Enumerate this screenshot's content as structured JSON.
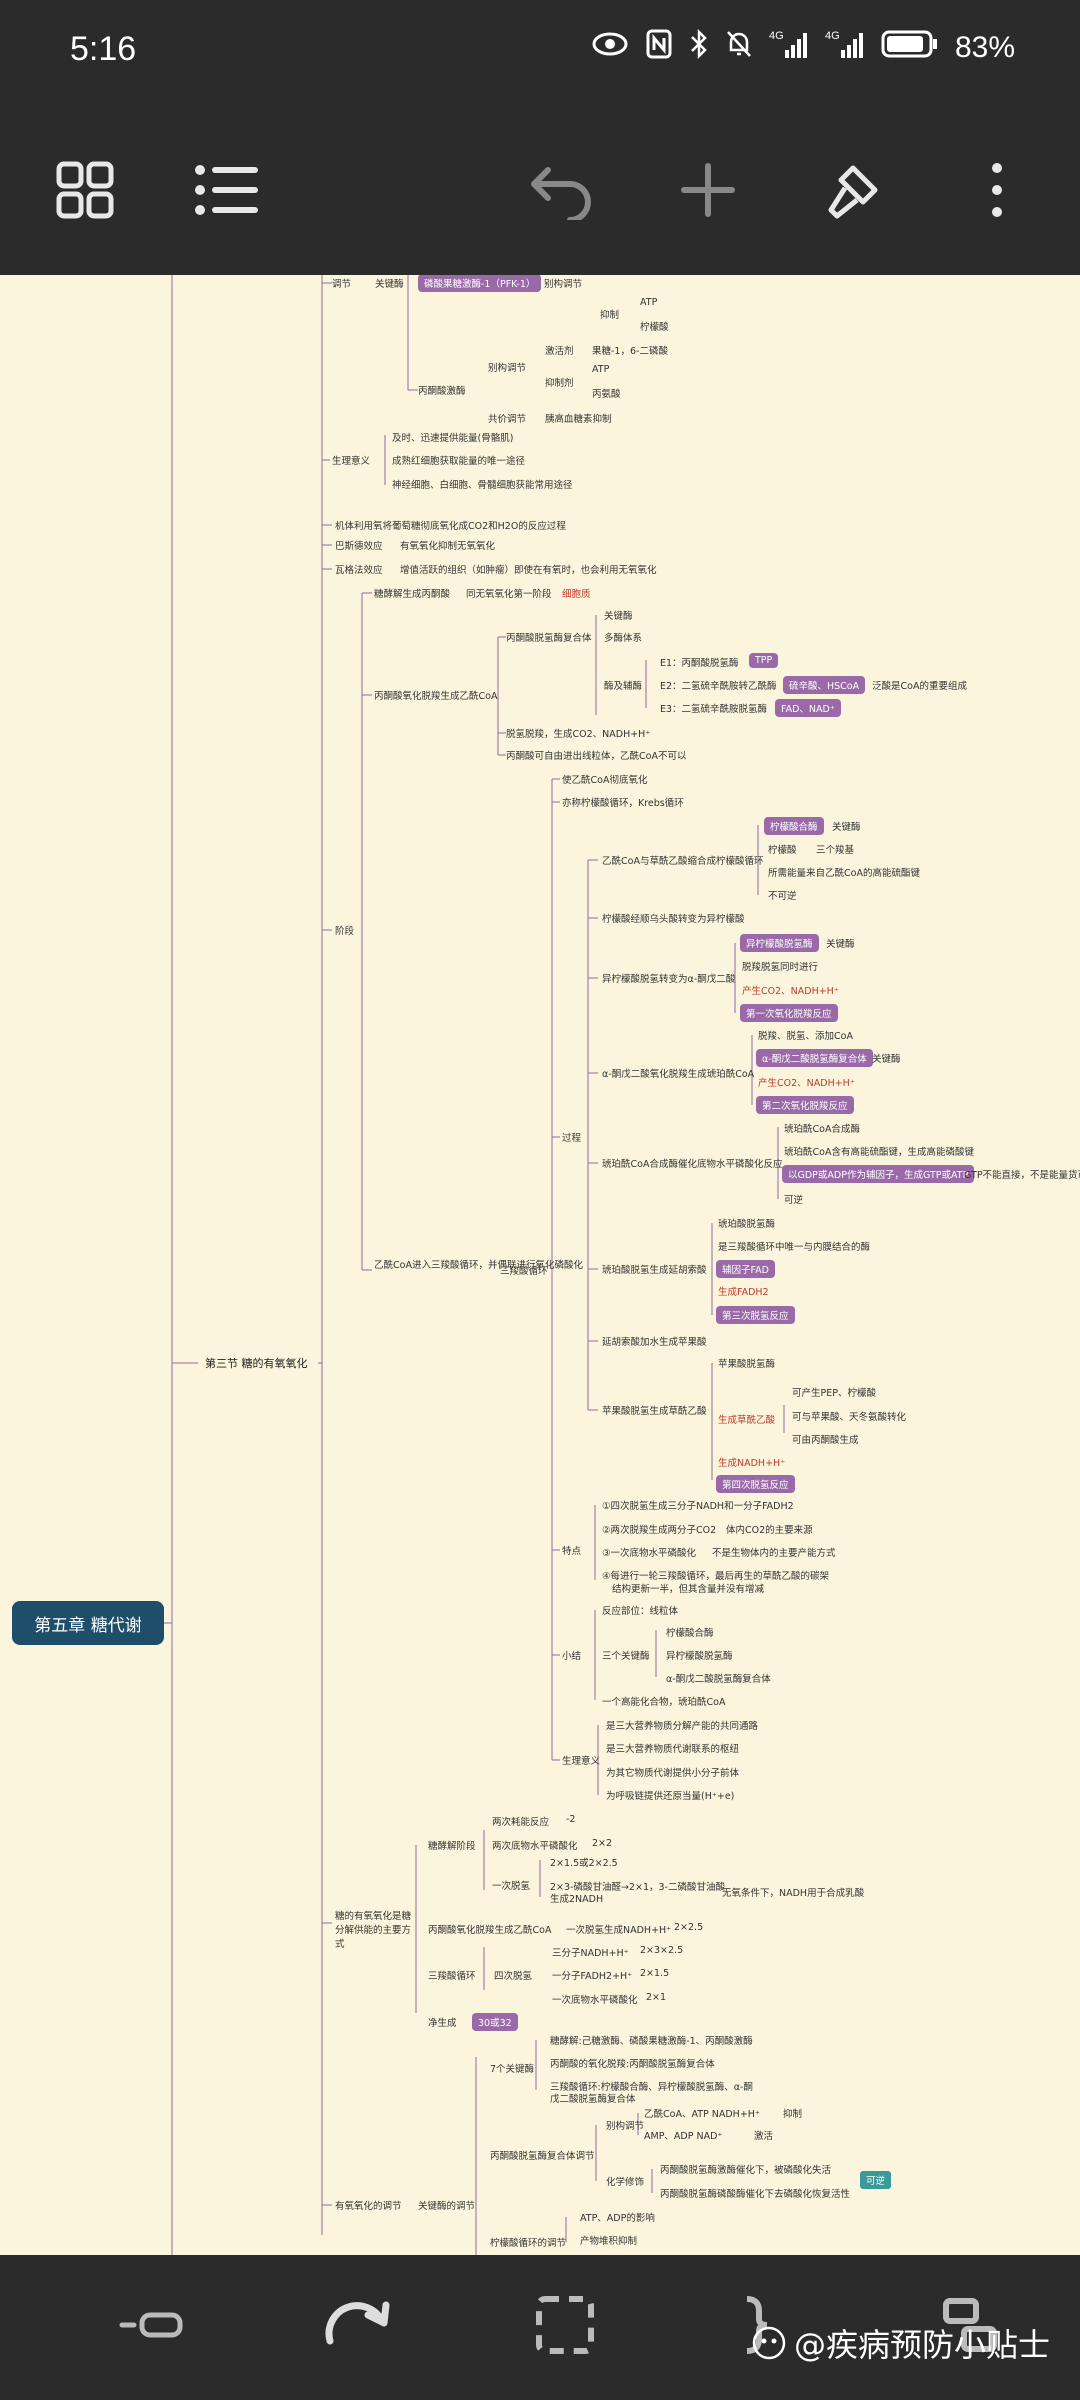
{
  "status": {
    "time": "5:16",
    "battery": "83%"
  },
  "toolbar": {
    "icons": [
      "grid-icon",
      "list-icon",
      "undo-icon",
      "add-icon",
      "format-brush-icon",
      "more-icon"
    ]
  },
  "root": {
    "label": "第五章 糖代谢"
  },
  "section": {
    "label": "第三节 糖的有氧氧化"
  },
  "top_block": {
    "n1": "调节",
    "n2": "关键酶",
    "n3": "磷酸果糖激酶-1（PFK-1）",
    "n4": "别构调节",
    "n5": "抑制",
    "n6": "ATP",
    "n7": "柠檬酸",
    "n8": "丙酮酸激酶",
    "n9": "别构调节",
    "n10": "激活剂",
    "n11": "果糖-1，6-二磷酸",
    "n12": "抑制剂",
    "n13": "ATP",
    "n14": "丙氨酸",
    "n15": "共价调节",
    "n16": "胰高血糖素抑制",
    "n17": "生理意义",
    "n18": "及时、迅速提供能量(骨骼肌)",
    "n19": "成熟红细胞获取能量的唯一途径",
    "n20": "神经细胞、白细胞、骨髓细胞获能常用途径"
  },
  "defs": {
    "d1": "机体利用氧将葡萄糖彻底氧化成CO2和H2O的反应过程",
    "d2": "巴斯德效应",
    "d3": "有氧氧化抑制无氧氧化",
    "d4": "瓦格法效应",
    "d5": "增值活跃的组织（如肿瘤）即使在有氧时，也会利用无氧氧化"
  },
  "stage": {
    "label": "阶段",
    "s1": "糖酵解生成丙酮酸",
    "s1a": "同无氧氧化第一阶段",
    "s1b": "细胞质",
    "s2": "丙酮酸氧化脱羧生成乙酰CoA",
    "s2a": "丙酮酸脱氢酶复合体",
    "s2b": "关键酶",
    "s2c": "多酶体系",
    "s2d": "酶及辅酶",
    "s2e": "E1：丙酮酸脱氢酶",
    "s2f": "TPP",
    "s2g": "E2：二氢硫辛酰胺转乙酰酶",
    "s2h": "硫辛酸、HSCoA",
    "s2i": "泛酸是CoA的重要组成",
    "s2j": "E3：二氢硫辛酰胺脱氢酶",
    "s2k": "FAD、NAD⁺",
    "s2l": "脱氢脱羧，生成CO2、NADH+H⁺",
    "s2m": "丙酮酸可自由进出线粒体，乙酰CoA不可以",
    "s3": "乙酰CoA进入三羧酸循环，并偶联进行氧化磷酸化",
    "s3a": "三羧酸循环"
  },
  "tca": {
    "a1": "使乙酰CoA彻底氧化",
    "a2": "亦称柠檬酸循环，Krebs循环",
    "process": "过程",
    "p1": "乙酰CoA与草酰乙酸缩合成柠檬酸循环",
    "p1a": "柠檬酸合酶",
    "p1b": "关键酶",
    "p1c": "柠檬酸",
    "p1d": "三个羧基",
    "p1e": "所需能量来自乙酰CoA的高能硫酯键",
    "p1f": "不可逆",
    "p2": "柠檬酸经顺乌头酸转变为异柠檬酸",
    "p3": "异柠檬酸脱氢转变为α-酮戊二酸",
    "p3a": "异柠檬酸脱氢酶",
    "p3b": "关键酶",
    "p3c": "脱羧脱氢同时进行",
    "p3d": "产生CO2、NADH+H⁺",
    "p3e": "第一次氧化脱羧反应",
    "p4": "α-酮戊二酸氧化脱羧生成琥珀酰CoA",
    "p4a": "脱羧、脱氢、添加CoA",
    "p4b": "α-酮戊二酸脱氢酶复合体",
    "p4c": "关键酶",
    "p4d": "产生CO2、NADH+H⁺",
    "p4e": "第二次氧化脱羧反应",
    "p5": "琥珀酰CoA合成酶催化底物水平磷酸化反应",
    "p5a": "琥珀酰CoA合成酶",
    "p5b": "琥珀酰CoA含有高能硫酯键，生成高能磷酸键",
    "p5c": "以GDP或ADP作为辅因子，生成GTP或ATP",
    "p5d": "GTP不能直接，不是能量货币",
    "p5e": "可逆",
    "p6": "琥珀酸脱氢生成延胡索酸",
    "p6a": "琥珀酸脱氢酶",
    "p6b": "是三羧酸循环中唯一与内膜结合的酶",
    "p6c": "辅因子FAD",
    "p6d": "生成FADH2",
    "p6e": "第三次脱氢反应",
    "p7": "延胡索酸加水生成苹果酸",
    "p8": "苹果酸脱氢生成草酰乙酸",
    "p8a": "苹果酸脱氢酶",
    "p8b": "生成草酰乙酸",
    "p8c": "可产生PEP、柠檬酸",
    "p8d": "可与苹果酸、天冬氨酸转化",
    "p8e": "可由丙酮酸生成",
    "p8f": "生成NADH+H⁺",
    "p8g": "第四次脱氢反应",
    "feat": "特点",
    "f1": "①四次脱氢生成三分子NADH和一分子FADH2",
    "f2": "②两次脱羧生成两分子CO2",
    "f2a": "体内CO2的主要来源",
    "f3": "③一次底物水平磷酸化",
    "f3a": "不是生物体内的主要产能方式",
    "f4": "④每进行一轮三羧酸循环，最后再生的草酰乙酸的碳架",
    "f4b": "结构更新一半，但其含量并没有增减",
    "sum": "小结",
    "su1": "反应部位：线粒体",
    "su2": "三个关键酶",
    "su2a": "柠檬酸合酶",
    "su2b": "异柠檬酸脱氢酶",
    "su2c": "α-酮戊二酸脱氢酶复合体",
    "su3": "一个高能化合物，琥珀酰CoA",
    "phys": "生理意义",
    "ph1": "是三大营养物质分解产能的共同通路",
    "ph2": "是三大营养物质代谢联系的枢纽",
    "ph3": "为其它物质代谢提供小分子前体",
    "ph4": "为呼吸链提供还原当量(H⁺+e)"
  },
  "atp": {
    "main": "糖的有氧氧化是糖分解供能的主要方式",
    "g1": "糖酵解阶段",
    "g1a": "两次耗能反应",
    "g1a1": "-2",
    "g1b": "两次底物水平磷酸化",
    "g1b1": "2×2",
    "g1c": "一次脱氢",
    "g1c1": "2×1.5或2×2.5",
    "g1c2": "2×3-磷酸甘油醛→2×1，3-二磷酸甘油酸",
    "g1c3": "生成2NADH",
    "g1c4": "无氧条件下，NADH用于合成乳酸",
    "g2": "丙酮酸氧化脱羧生成乙酰CoA",
    "g2a": "一次脱氢生成NADH+H⁺",
    "g2b": "2×2.5",
    "g3": "三羧酸循环",
    "g3a": "四次脱氢",
    "g3b": "三分子NADH+H⁺",
    "g3c": "2×3×2.5",
    "g3d": "一分子FADH2+H⁺",
    "g3e": "2×1.5",
    "g3f": "一次底物水平磷酸化",
    "g3g": "2×1",
    "net": "净生成",
    "netv": "30或32"
  },
  "reg": {
    "main": "有氧氧化的调节",
    "key": "关键酶的调节",
    "k7": "7个关键酶",
    "k7a": "糖酵解:己糖激酶、磷酸果糖激酶-1、丙酮酸激酶",
    "k7b": "丙酮酸的氧化脱羧:丙酮酸脱氢酶复合体",
    "k7c": "三羧酸循环:柠檬酸合酶、异柠檬酸脱氢酶、α-酮",
    "k7d": "戊二酸脱氢酶复合体",
    "pdh": "丙酮酸脱氢酶复合体调节",
    "al": "别构调节",
    "al1": "乙酰CoA、ATP NADH+H⁺",
    "al1a": "抑制",
    "al2": "AMP、ADP NAD⁺",
    "al2a": "激活",
    "cm": "化学修饰",
    "cm1": "丙酮酸脱氢酶激酶催化下，被磷酸化失活",
    "cm2": "丙酮酸脱氢酶磷酸酶催化下去磷酸化恢复活性",
    "rev": "可逆",
    "cit": "柠檬酸循环的调节",
    "cit1": "ATP、ADP的影响",
    "cit2": "产物堆积抑制"
  },
  "bottom": {
    "icons": [
      "minus-node-icon",
      "redo-icon",
      "select-frame-icon",
      "bracket-icon",
      "layout-icon"
    ],
    "watermark": "@疾病预防小贴士"
  }
}
